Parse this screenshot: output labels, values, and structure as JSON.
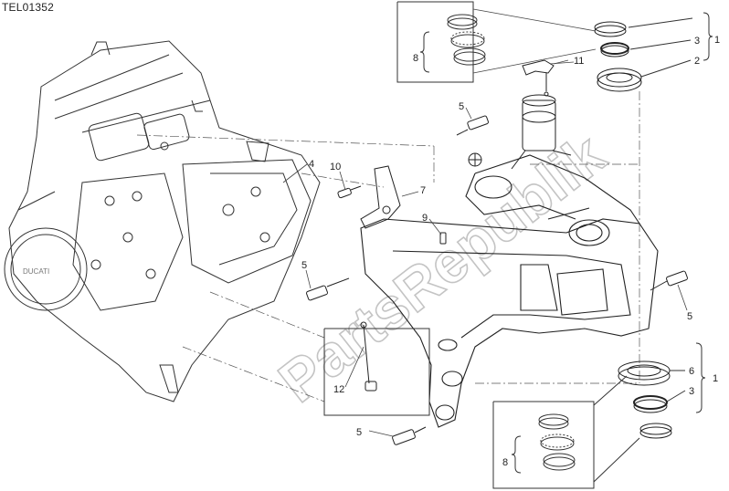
{
  "drawing_code": "TEL01352",
  "watermark": "PartsRepublik",
  "callouts": {
    "c1_top": "1",
    "c3_top": "3",
    "c2_top": "2",
    "c11": "11",
    "c8_top": "8",
    "c5_a": "5",
    "c10": "10",
    "c7": "7",
    "c4": "4",
    "c9": "9",
    "c5_b": "5",
    "c5_c": "5",
    "c12": "12",
    "c5_d": "5",
    "c1_bot": "1",
    "c6": "6",
    "c3_bot": "3",
    "c8_bot": "8"
  }
}
